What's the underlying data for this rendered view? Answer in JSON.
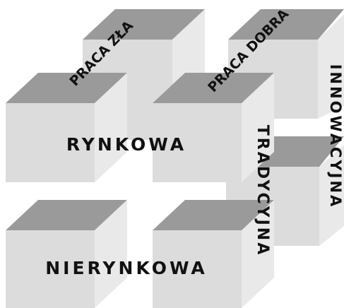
{
  "labels": {
    "rynkowa": "RYNKOWA",
    "nierynkowa": "NIERYNKOWA",
    "praca_zla": "PRACA ZŁA",
    "praca_dobra": "PRACA DOBRA",
    "tradycyjna": "TRADYCYJNA",
    "innowacyjna": "INNOWACYJNA"
  },
  "colors": {
    "front_face": "#dcdcdc",
    "side_face": "#e9e9e9",
    "top_face": "#9a9a9a",
    "text": "#111111"
  }
}
